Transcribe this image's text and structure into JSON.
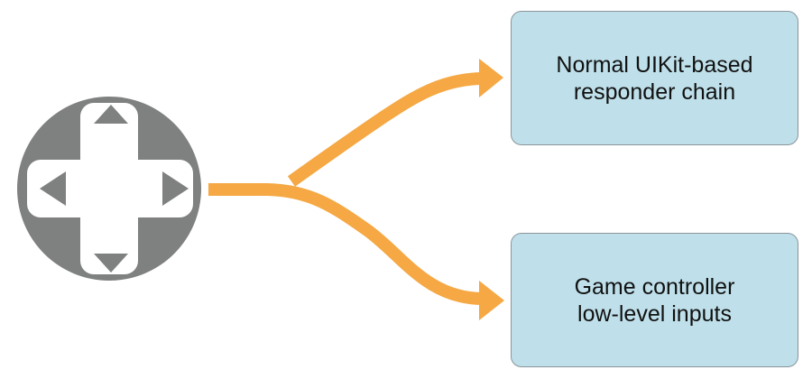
{
  "diagram": {
    "description": "Game controller input fork diagram",
    "source": {
      "icon": "dpad-icon"
    },
    "boxes": [
      {
        "id": "responder-chain",
        "lines": [
          "Normal UIKit-based",
          "responder chain"
        ]
      },
      {
        "id": "low-level-inputs",
        "lines": [
          "Game controller",
          "low-level inputs"
        ]
      }
    ],
    "colors": {
      "arrow": "#F5A843",
      "icon_gray": "#7F8080",
      "box_fill": "#BFE0EA",
      "box_border": "#8A949A",
      "text": "#111111"
    }
  }
}
